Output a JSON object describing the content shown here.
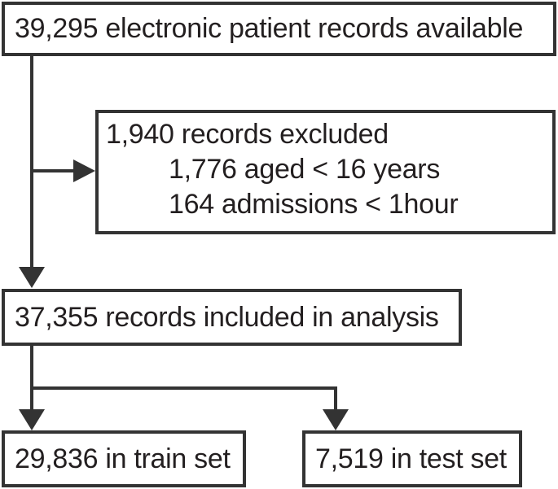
{
  "diagram": {
    "type": "flowchart",
    "description": "Patient record inclusion/exclusion flow diagram",
    "colors": {
      "background": "#ffffff",
      "border": "#333333",
      "text": "#231f20"
    },
    "nodes": {
      "available": {
        "label": "39,295 electronic patient records available"
      },
      "excluded": {
        "line1": "1,940 records excluded",
        "line2": "1,776 aged < 16 years",
        "line3": "164 admissions < 1hour"
      },
      "included": {
        "label": "37,355 records included in analysis"
      },
      "train": {
        "label": "29,836 in train set"
      },
      "test": {
        "label": "7,519 in test set"
      }
    },
    "edges": [
      {
        "from": "available",
        "to": "included",
        "style": "arrow-down"
      },
      {
        "from": "available",
        "to": "excluded",
        "style": "arrow-right-branch"
      },
      {
        "from": "included",
        "to": "train",
        "style": "arrow-down"
      },
      {
        "from": "included",
        "to": "test",
        "style": "arrow-down-branch"
      }
    ]
  }
}
